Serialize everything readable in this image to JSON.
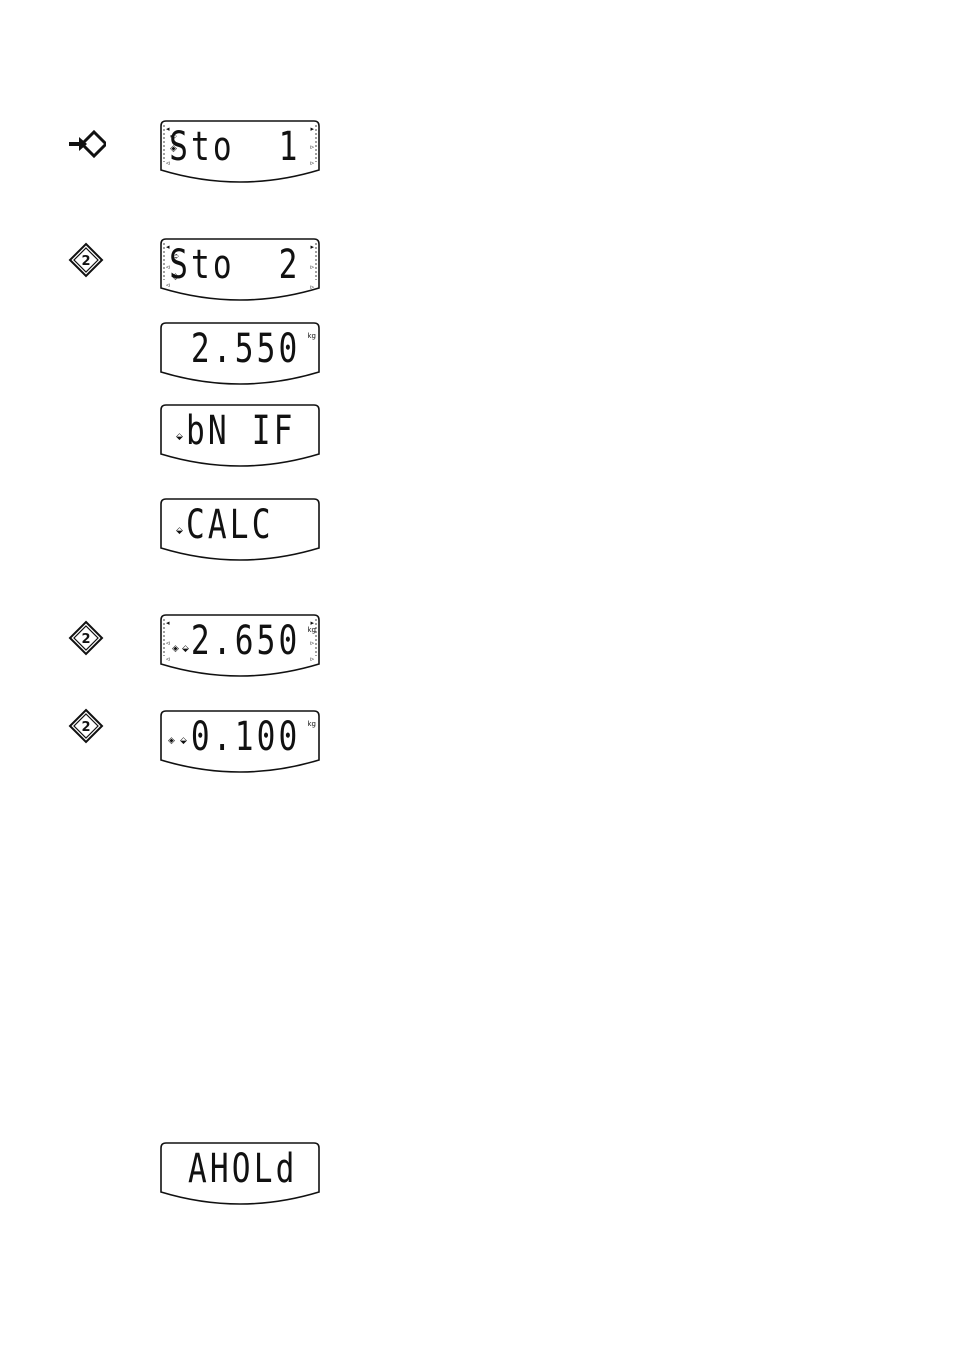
{
  "key_icons": {
    "data_input": "arrow-into-diamond-icon",
    "key_2": "diamond-2-icon",
    "key_2_label": "2"
  },
  "displays": [
    {
      "id": "sto1",
      "text": "Sto  1",
      "unit": ""
    },
    {
      "id": "sto2",
      "text": "Sto  2",
      "unit": ""
    },
    {
      "id": "v2550",
      "text": "2.550",
      "unit": "kg"
    },
    {
      "id": "bnif",
      "text": "bN IF",
      "unit": ""
    },
    {
      "id": "calc",
      "text": "CALC",
      "unit": ""
    },
    {
      "id": "v2650",
      "text": "2.650",
      "unit": "kg"
    },
    {
      "id": "v0100",
      "text": "0.100",
      "unit": "kg"
    },
    {
      "id": "ahold",
      "text": "AHOLd",
      "unit": ""
    }
  ],
  "colors": {
    "ink": "#111111",
    "paper": "#ffffff"
  }
}
